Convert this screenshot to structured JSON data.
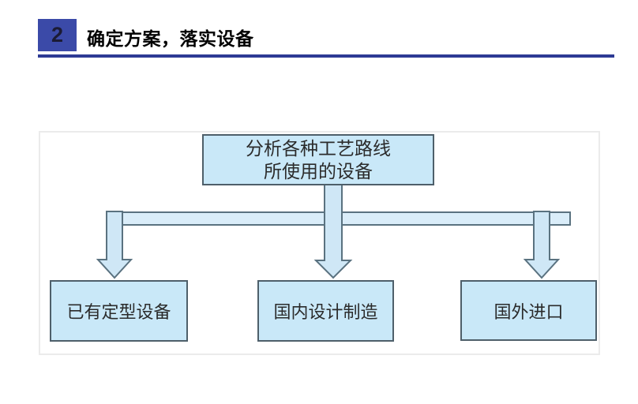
{
  "header": {
    "number": "2",
    "title": "确定方案，落实设备"
  },
  "diagram": {
    "root": {
      "line1": "分析各种工艺路线",
      "line2": "所使用的设备"
    },
    "children": [
      {
        "label": "已有定型设备"
      },
      {
        "label": "国内设计制造"
      },
      {
        "label": "国外进口"
      }
    ]
  },
  "colors": {
    "header_chip_bg": "#3b4aa8",
    "header_underline": "#2d3a94",
    "node_fill": "#c9e8f8",
    "node_border": "#4e5f6a",
    "connector_fill": "#cfe7f6",
    "bar_fill": "#daedf9",
    "connector_stroke": "#5a7280",
    "frame_border": "#ebebeb"
  }
}
